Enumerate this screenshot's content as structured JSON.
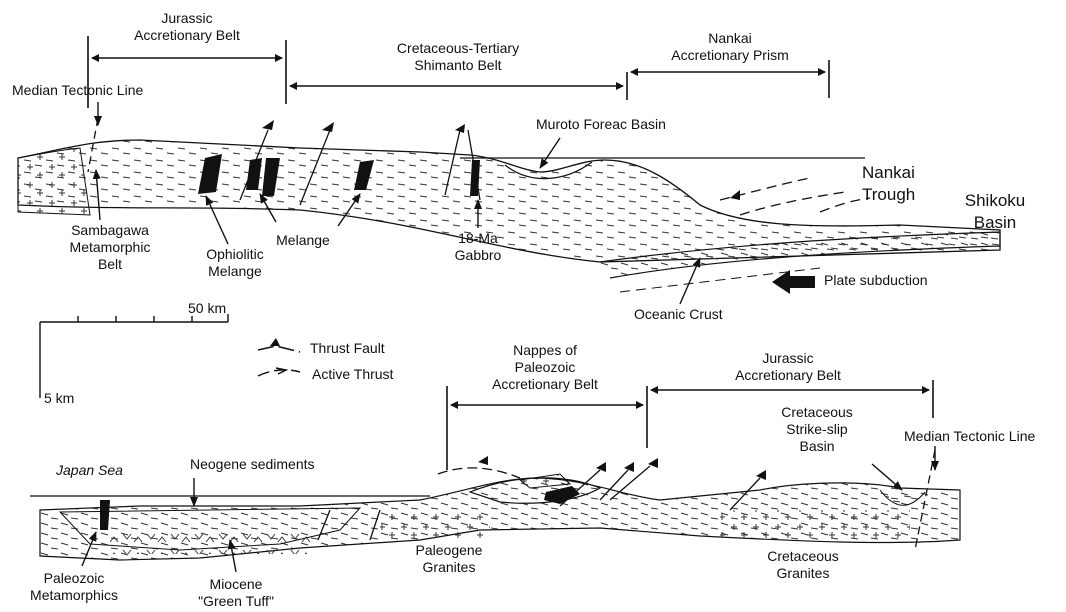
{
  "upper_section": {
    "belts": {
      "jurassic_accretionary": [
        "Jurassic",
        "Accretionary Belt"
      ],
      "shimanto": [
        "Cretaceous-Tertiary",
        "Shimanto Belt"
      ],
      "nankai_prism": [
        "Nankai",
        "Accretionary Prism"
      ]
    },
    "labels": {
      "median_tectonic_line": "Median Tectonic Line",
      "muroto_basin": "Muroto Foreac Basin",
      "nankai_trough": [
        "Nankai",
        "Trough"
      ],
      "shikoku_basin": [
        "Shikoku",
        "Basin"
      ],
      "sambagawa": [
        "Sambagawa",
        "Metamorphic",
        "Belt"
      ],
      "ophiolitic_melange": [
        "Ophiolitic",
        "Melange"
      ],
      "melange": "Melange",
      "gabbro": [
        "18-Ma",
        "Gabbro"
      ],
      "oceanic_crust": "Oceanic Crust",
      "plate_subduction": "Plate subduction"
    }
  },
  "scale_bar": {
    "horizontal": "50 km",
    "vertical": "5 km"
  },
  "legend": {
    "thrust_fault": "Thrust Fault",
    "active_thrust": "Active Thrust"
  },
  "lower_section": {
    "belts": {
      "paleozoic_nappes": [
        "Nappes of",
        "Paleozoic",
        "Accretionary Belt"
      ],
      "jurassic_accretionary": [
        "Jurassic",
        "Accretionary Belt"
      ]
    },
    "labels": {
      "japan_sea": "Japan Sea",
      "neogene_sediments": "Neogene sediments",
      "strike_slip_basin": [
        "Cretaceous",
        "Strike-slip",
        "Basin"
      ],
      "median_tectonic_line": "Median Tectonic Line",
      "paleozoic_metamorphics": [
        "Paleozoic",
        "Metamorphics"
      ],
      "green_tuff": [
        "Miocene",
        "\"Green Tuff\""
      ],
      "paleogene_granites": [
        "Paleogene",
        "Granites"
      ],
      "cretaceous_granites": [
        "Cretaceous",
        "Granites"
      ]
    }
  }
}
